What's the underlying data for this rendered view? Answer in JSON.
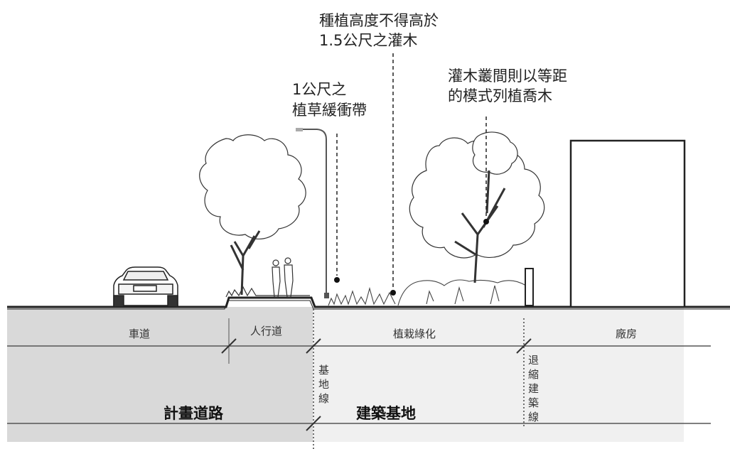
{
  "annotations": {
    "shrub_height": [
      "種植高度不得高於",
      "1.5公尺之灌木"
    ],
    "grass_buffer": [
      "1公尺之",
      "植草緩衝帶"
    ],
    "tree_spacing": [
      "灌木叢間則以等距",
      "的模式列植喬木"
    ]
  },
  "zones": {
    "roadway": "車道",
    "sidewalk": "人行道",
    "planting": "植栽綠化",
    "factory": "廠房"
  },
  "boundaries": {
    "base_line": [
      "基",
      "地",
      "線"
    ],
    "setback_line": [
      "退",
      "縮",
      "建",
      "築",
      "線"
    ]
  },
  "areas": {
    "planned_road": "計畫道路",
    "building_site": "建築基地"
  },
  "colors": {
    "road_fill": "#d9d9d9",
    "site_fill": "#f0f0f0",
    "line": "#222222"
  }
}
